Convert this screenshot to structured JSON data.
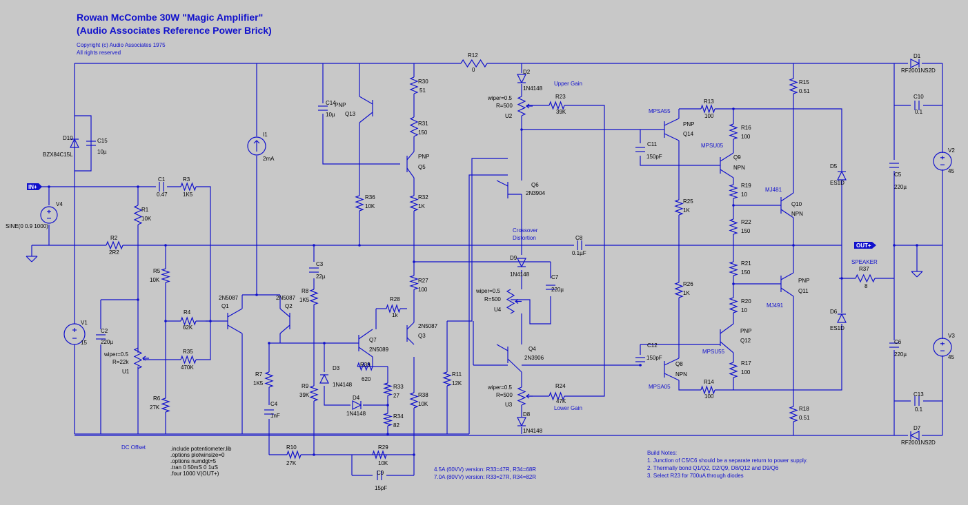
{
  "title": {
    "line1": "Rowan McCombe 30W \"Magic Amplifier\"",
    "line2": "(Audio Associates Reference Power Brick)",
    "copyright": "Copyright (c) Audio Associates 1975",
    "rights": "All rights reserved"
  },
  "ports": {
    "in": "IN+",
    "out": "OUT+"
  },
  "sources": {
    "v4": {
      "name": "V4",
      "value": "SINE(0 0.9 1000)"
    },
    "v1": {
      "name": "V1",
      "value": "15"
    },
    "v2": {
      "name": "V2",
      "value": "45"
    },
    "v3": {
      "name": "V3",
      "value": "45"
    },
    "i1": {
      "name": "I1",
      "value": "2mA"
    }
  },
  "resistors": {
    "r1": {
      "name": "R1",
      "value": "10K"
    },
    "r2": {
      "name": "R2",
      "value": "2R2"
    },
    "r3": {
      "name": "R3",
      "value": "1K5"
    },
    "r4": {
      "name": "R4",
      "value": "62K"
    },
    "r5": {
      "name": "R5",
      "value": "10K"
    },
    "r6": {
      "name": "R6",
      "value": "27K"
    },
    "r7": {
      "name": "R7",
      "value": "1K5"
    },
    "r8": {
      "name": "R8",
      "value": "1K5"
    },
    "r9": {
      "name": "R9",
      "value": "39K"
    },
    "r10": {
      "name": "R10",
      "value": "27K"
    },
    "r11": {
      "name": "R11",
      "value": "12K"
    },
    "r12": {
      "name": "R12",
      "value": "0"
    },
    "r13": {
      "name": "R13",
      "value": "100"
    },
    "r14": {
      "name": "R14",
      "value": "100"
    },
    "r15": {
      "name": "R15",
      "value": "0.51"
    },
    "r16": {
      "name": "R16",
      "value": "100"
    },
    "r17": {
      "name": "R17",
      "value": "100"
    },
    "r18": {
      "name": "R18",
      "value": "0.51"
    },
    "r19": {
      "name": "R19",
      "value": "10"
    },
    "r20": {
      "name": "R20",
      "value": "10"
    },
    "r21": {
      "name": "R21",
      "value": "150"
    },
    "r22": {
      "name": "R22",
      "value": "150"
    },
    "r23": {
      "name": "R23",
      "value": "39K"
    },
    "r24": {
      "name": "R24",
      "value": "47K"
    },
    "r25": {
      "name": "R25",
      "value": "1K"
    },
    "r26": {
      "name": "R26",
      "value": "1K"
    },
    "r27": {
      "name": "R27",
      "value": "100"
    },
    "r28": {
      "name": "R28",
      "value": "1k"
    },
    "r29": {
      "name": "R29",
      "value": "10K"
    },
    "r30": {
      "name": "R30",
      "value": "51"
    },
    "r31": {
      "name": "R31",
      "value": "150"
    },
    "r32": {
      "name": "R32",
      "value": "1K"
    },
    "r33": {
      "name": "R33",
      "value": "27"
    },
    "r34": {
      "name": "R34",
      "value": "82"
    },
    "r35": {
      "name": "R35",
      "value": "470K"
    },
    "r36": {
      "name": "R36",
      "value": "10K"
    },
    "r37": {
      "name": "R37",
      "value": "8"
    },
    "r38": {
      "name": "R38",
      "value": "10K"
    },
    "r39": {
      "name": "R39",
      "value": "620"
    }
  },
  "capacitors": {
    "c1": {
      "name": "C1",
      "value": "0.47"
    },
    "c2": {
      "name": "C2",
      "value": "220µ"
    },
    "c3": {
      "name": "C3",
      "value": "22µ"
    },
    "c4": {
      "name": "C4",
      "value": "1nF"
    },
    "c5": {
      "name": "C5",
      "value": "220µ"
    },
    "c6": {
      "name": "C6",
      "value": "220µ"
    },
    "c7": {
      "name": "C7",
      "value": "220µ"
    },
    "c8": {
      "name": "C8",
      "value": "0.1µF"
    },
    "c9": {
      "name": "C9",
      "value": "15pF"
    },
    "c10": {
      "name": "C10",
      "value": "0.1"
    },
    "c11": {
      "name": "C11",
      "value": "150pF"
    },
    "c12": {
      "name": "C12",
      "value": "150pF"
    },
    "c13": {
      "name": "C13",
      "value": "0.1"
    },
    "c14": {
      "name": "C14",
      "value": "10µ"
    },
    "c15": {
      "name": "C15",
      "value": "10µ"
    }
  },
  "diodes": {
    "d1": {
      "name": "D1",
      "value": "RF2001NS2D"
    },
    "d2": {
      "name": "D2",
      "value": "1N4148"
    },
    "d3": {
      "name": "D3",
      "value": "1N4148"
    },
    "d4": {
      "name": "D4",
      "value": "1N4148"
    },
    "d5": {
      "name": "D5",
      "value": "ES1D"
    },
    "d6": {
      "name": "D6",
      "value": "ES1D"
    },
    "d7": {
      "name": "D7",
      "value": "RF2001NS2D"
    },
    "d8": {
      "name": "D8",
      "value": "1N4148"
    },
    "d9": {
      "name": "D9",
      "value": "1N4148"
    },
    "d10": {
      "name": "D10",
      "value": "BZX84C15L"
    }
  },
  "transistors": {
    "q1": {
      "name": "Q1",
      "model": "2N5087"
    },
    "q2": {
      "name": "Q2",
      "model": "2N5087"
    },
    "q3": {
      "name": "Q3",
      "model": "2N5087"
    },
    "q4": {
      "name": "Q4",
      "model": "2N3906"
    },
    "q5": {
      "name": "Q5",
      "model": "PNP"
    },
    "q6": {
      "name": "Q6",
      "model": "2N3904"
    },
    "q7": {
      "name": "Q7",
      "model": "2N5089"
    },
    "q8": {
      "name": "Q8",
      "model": "NPN",
      "part": "MPSA05"
    },
    "q9": {
      "name": "Q9",
      "model": "NPN",
      "part": "MPSU05"
    },
    "q10": {
      "name": "Q10",
      "model": "NPN",
      "part": "MJ481"
    },
    "q11": {
      "name": "Q11",
      "model": "PNP",
      "part": "MJ491"
    },
    "q12": {
      "name": "Q12",
      "model": "PNP",
      "part": "MPSU55"
    },
    "q13": {
      "name": "Q13",
      "model": "PNP"
    },
    "q14": {
      "name": "Q14",
      "model": "PNP",
      "part": "MPSA55"
    }
  },
  "pots": {
    "u1": {
      "name": "U1",
      "wiper": "wiper=0.5",
      "r": "R=22k"
    },
    "u2": {
      "name": "U2",
      "wiper": "wiper=0.5",
      "r": "R=500"
    },
    "u3": {
      "name": "U3",
      "wiper": "wiper=0.5",
      "r": "R=500"
    },
    "u4": {
      "name": "U4",
      "wiper": "wiper=0.5",
      "r": "R=500"
    }
  },
  "annotations": {
    "upper_gain": "Upper Gain",
    "lower_gain": "Lower Gain",
    "crossover_1": "Crossover",
    "crossover_2": "Distortion",
    "dc_offset": "DC Offset",
    "speaker": "SPEAKER"
  },
  "spice": [
    ".include potentiometer.lib",
    ".options plotwinsize=0",
    ".options numdgt=5",
    ".tran 0 50mS 0 1uS",
    ".four 1000 V(OUT+)"
  ],
  "versions": [
    "4.5A (60VV) version: R33=47R, R34=68R",
    "7.0A (80VV) version: R33=27R, R34=82R"
  ],
  "build_notes": {
    "heading": "Build Notes:",
    "items": [
      "1. Junction of C5/C6 should be a separate return to power supply.",
      "2. Thermally bond Q1/Q2, D2/Q9, D8/Q12 and D9/Q6",
      "3. Select R23 for 700uA through diodes"
    ]
  },
  "colors": {
    "background": "#c8c8c8",
    "wire": "#1010cc",
    "text": "#000000",
    "annotation": "#1010cc"
  }
}
